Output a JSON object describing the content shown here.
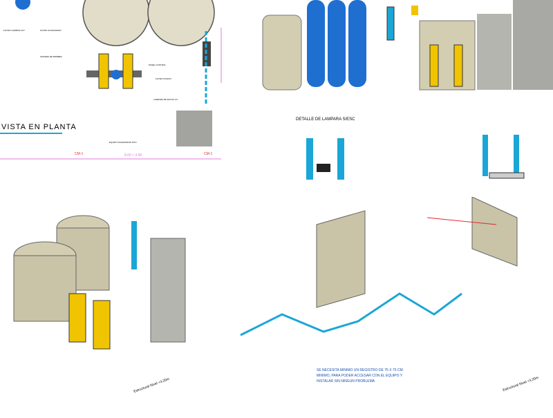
{
  "panels": {
    "plan_view": {
      "title": "VISTA EN PLANTA",
      "labels": [
        "FILTRO CARBON ACT.",
        "FILTRO SUAVIZADOR",
        "SISTEMA DE BOMBEO",
        "PANEL CONTROL",
        "FILTRO FUSION",
        "LAMPARA DE RAYOS UV",
        "EQUIPO SUAVIZADOR TIPO"
      ],
      "axis_left": "CM-1",
      "axis_right": "CM-1",
      "dimension": "8.00 × 3.00"
    },
    "lamp_detail": {
      "title": "DETALLE DE LAMPARA S/ESC"
    },
    "isometric_right": {
      "note_lines": [
        "SE NECESITA MINIMO UN REGISTRO DE 75 X 75 CM.",
        "MINIMO, PARA PODER ACCESAR CON EL EQUIPO Y",
        "INSTALAR SIN NINGUN PROBLEMA"
      ],
      "level_label": "Estructural Nivel +3.20m"
    },
    "isometric_left": {
      "level_label": "Estructural Nivel +3.20m"
    }
  },
  "colors": {
    "tank_fill": "#d3cdb2",
    "filter_blue": "#1e6fd0",
    "pipe_blue": "#1aa6d6",
    "dim_red": "#e0282e",
    "panel_gray": "#b5b5b0",
    "pump_yellow": "#f0c400"
  }
}
